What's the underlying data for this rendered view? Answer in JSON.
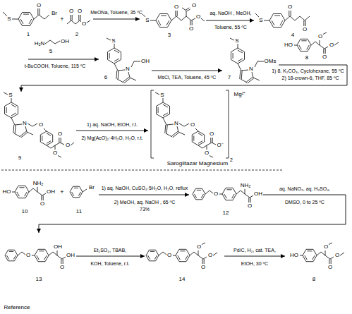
{
  "diagram": {
    "nodes": [
      {
        "text": [
          "1"
        ]
      },
      {
        "text": [
          "2"
        ]
      },
      {
        "text": [
          "3"
        ]
      },
      {
        "text": [
          "4"
        ]
      },
      {
        "text": [
          "5"
        ]
      },
      {
        "text": [
          "6"
        ]
      },
      {
        "text": [
          "7"
        ]
      },
      {
        "text": [
          "8"
        ]
      },
      {
        "text": [
          "9"
        ]
      },
      {
        "text": [
          "Saroglitazar Magnesium"
        ]
      },
      {
        "text": [
          "10"
        ]
      },
      {
        "text": [
          "11"
        ]
      },
      {
        "text": [
          "12"
        ]
      },
      {
        "text": [
          "13"
        ]
      },
      {
        "text": [
          "14"
        ]
      },
      {
        "text": [
          "8"
        ]
      }
    ],
    "edges": [
      {
        "from": 1,
        "to": 2,
        "arrow": "to",
        "label": "MeONa, Toluene, 35 ºC"
      },
      {
        "from": 2,
        "to": 3,
        "arrow": "to",
        "label": "aq. NaOH , MeOH,"
      },
      {
        "from": 4,
        "to": 5,
        "arrow": "to",
        "label": "t-BuCOOH, Toluene, 115 ºC"
      },
      {
        "from": 5,
        "to": 6,
        "arrow": "to",
        "label": "MsCl, TEA, Toluene, 45 ºC"
      },
      {
        "from": 6,
        "to": 8,
        "arrow": "to",
        "label": "1) 8, K₂CO₃, Cyclohexane, 55 ºC"
      },
      {
        "from": 8,
        "to": 9,
        "arrow": "to",
        "label": "1) aq. NaOH, EtOH, r.t."
      },
      {
        "from": 11,
        "to": 12,
        "arrow": "to",
        "label": "1) aq. NaOH, CuSO₄·5H₂O, H₂O, reflux"
      },
      {
        "from": 12,
        "to": 13,
        "arrow": "to",
        "label": "aq. NaNO₂, aq. H₂SO₄,"
      },
      {
        "from": 13,
        "to": 14,
        "arrow": "to",
        "label": "Et₂SO₄, TBAB,"
      },
      {
        "from": 14,
        "to": 15,
        "arrow": "to",
        "label": "Pd/C, H₂, cat. TEA,"
      }
    ],
    "labels": [
      "+",
      "Toluene, 55 ºC",
      "2) 18-crown-6, THF, 85 ºC",
      "2) Mg(AcO)₂·4H₂O, H₂O, r.t.",
      "+",
      "2) MeOH, aq. NaOH , 65 ºC",
      "73%",
      "DMSO, 0 to 25 ºC",
      "KOH, Toluene, r.t.",
      "EtOH, 30 ºC",
      "Mg²⁺",
      "2",
      "Reference",
      "S",
      "O",
      "Br",
      "O",
      "O",
      "O",
      "S",
      "O",
      "O",
      "O",
      "O",
      "S",
      "O",
      "O",
      "H₂N",
      "OH",
      "S",
      "N",
      "OH",
      "S",
      "N",
      "OMs",
      "HO",
      "O",
      "O",
      "O",
      "S",
      "N",
      "O",
      "O",
      "O",
      "O",
      "S",
      "N",
      "O",
      "O",
      "O",
      "O⁻",
      "HO",
      "NH₂",
      "O",
      "OH",
      "Br",
      "O",
      "NH₂",
      "O",
      "OH",
      "O",
      "OH",
      "O",
      "OH",
      "O",
      "O",
      "O",
      "O",
      "HO",
      "O",
      "O",
      "O"
    ]
  }
}
